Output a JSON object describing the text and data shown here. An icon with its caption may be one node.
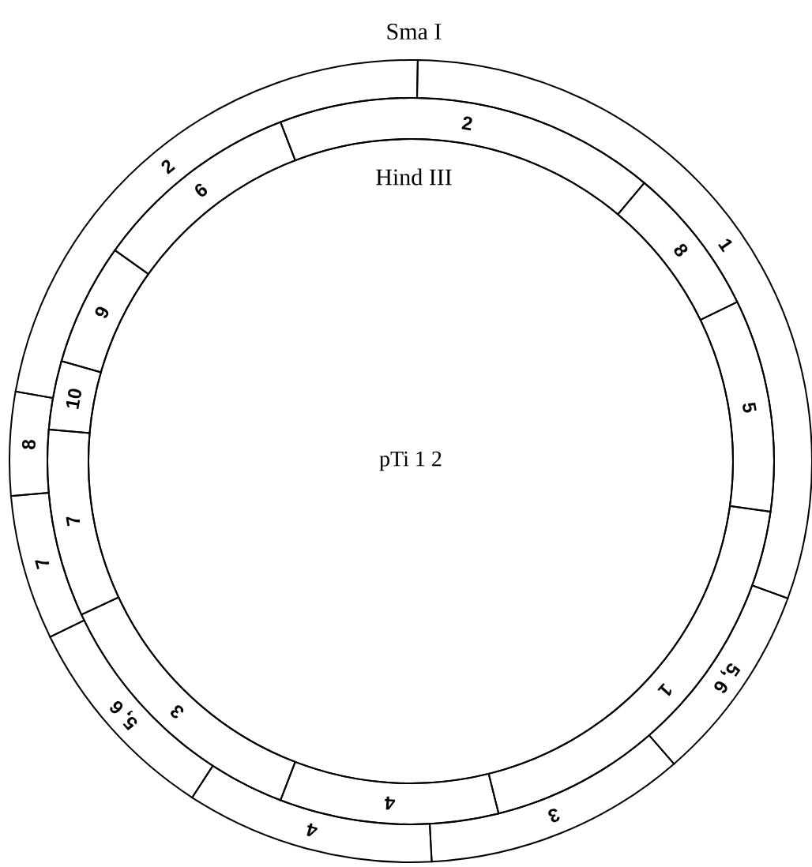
{
  "diagram": {
    "nodes": [
      {
        "text": [
          "2"
        ]
      },
      {
        "text": [
          "8"
        ]
      },
      {
        "text": [
          "7"
        ]
      },
      {
        "text": [
          "5, 6"
        ]
      },
      {
        "text": [
          "4"
        ]
      },
      {
        "text": [
          "3"
        ]
      },
      {
        "text": [
          "5, 6"
        ]
      },
      {
        "text": [
          "1"
        ]
      },
      {
        "text": [
          "8"
        ]
      },
      {
        "text": [
          "2"
        ]
      },
      {
        "text": [
          "6"
        ]
      },
      {
        "text": [
          "9"
        ]
      },
      {
        "text": [
          "10"
        ]
      },
      {
        "text": [
          "7"
        ]
      },
      {
        "text": [
          "3"
        ]
      },
      {
        "text": [
          "4"
        ]
      },
      {
        "text": [
          "1"
        ]
      },
      {
        "text": [
          "5"
        ]
      },
      {
        "text": [
          "pTi 1 2"
        ]
      }
    ],
    "labels": [
      "Sma I",
      "Hind III"
    ]
  }
}
